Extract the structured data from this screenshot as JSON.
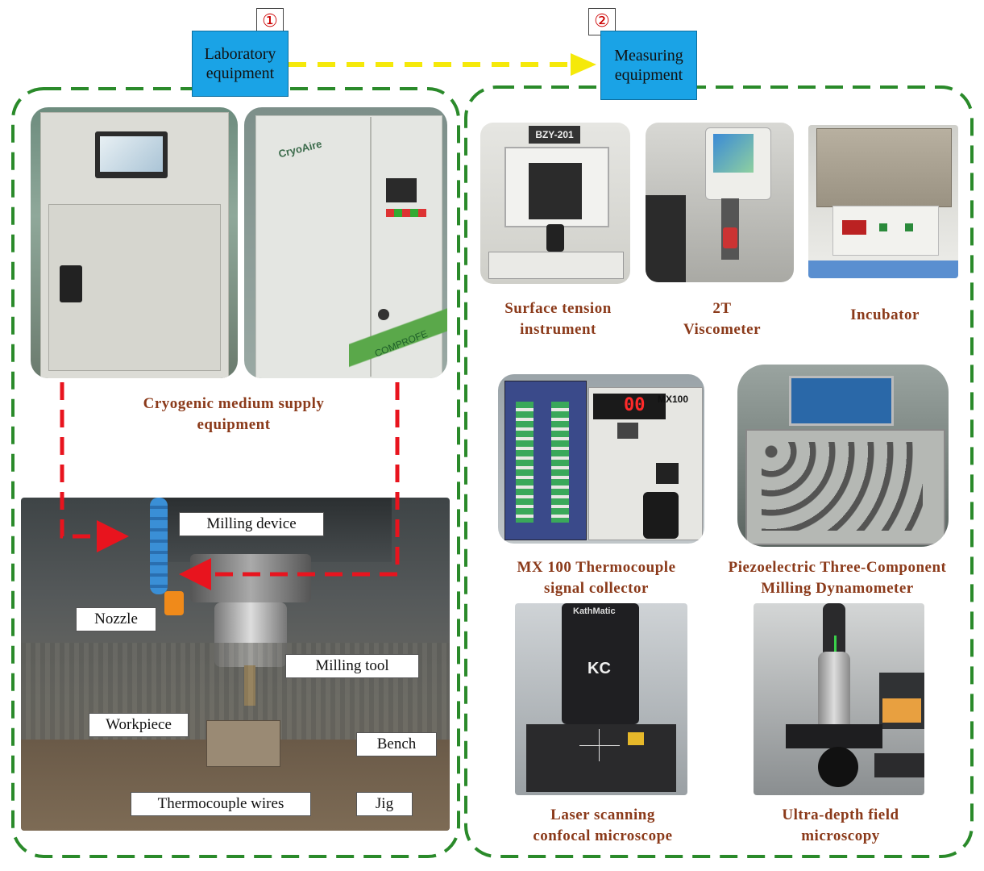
{
  "steps": [
    {
      "number": "①",
      "label_line1": "Laboratory",
      "label_line2": "equipment"
    },
    {
      "number": "②",
      "label_line1": "Measuring",
      "label_line2": "equipment"
    }
  ],
  "lab": {
    "caption_line1": "Cryogenic medium supply",
    "caption_line2": "equipment",
    "machine_labels": {
      "milling_device": "Milling device",
      "nozzle": "Nozzle",
      "milling_tool": "Milling tool",
      "workpiece": "Workpiece",
      "bench": "Bench",
      "thermocouple_wires": "Thermocouple wires",
      "jig": "Jig"
    },
    "device_text": {
      "cryoaire_logo": "CryoAire",
      "comprofe_logo": "COMPROFE"
    }
  },
  "measuring": {
    "items": [
      {
        "line1": "Surface tension",
        "line2": "instrument"
      },
      {
        "line1": "2T",
        "line2": "Viscometer"
      },
      {
        "line1": "Incubator",
        "line2": ""
      },
      {
        "line1": "MX 100 Thermocouple",
        "line2": "signal collector"
      },
      {
        "line1": "Piezoelectric Three-Component",
        "line2": "Milling Dynamometer"
      },
      {
        "line1": "Laser scanning",
        "line2": "confocal microscope"
      },
      {
        "line1": "Ultra-depth field",
        "line2": "microscopy"
      }
    ],
    "device_text": {
      "bzy_label": "BZY-201",
      "mx_display": "00",
      "mx_logo": "MX100",
      "kathmatic_logo": "KathMatic",
      "kc_logo": "KC"
    }
  },
  "colors": {
    "frame_green": "#2a8a2a",
    "flow_red": "#e8141e",
    "arrow_yellow": "#f5e90a",
    "box_blue": "#1aa3e6",
    "caption_brown": "#8b3a1a"
  }
}
